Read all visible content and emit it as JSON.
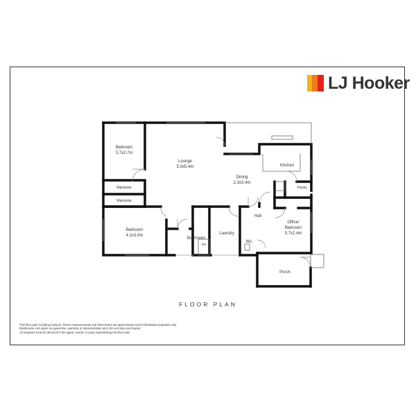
{
  "brand": {
    "name": "LJ Hooker",
    "colors": {
      "yellow": "#f2b51c",
      "orange": "#ee7a22",
      "red": "#e2231a",
      "text": "#333333"
    }
  },
  "plan_title": "FLOOR PLAN",
  "rooms": {
    "bedroom1": {
      "name": "Bedroom",
      "size": "3.7x2.7m"
    },
    "lounge": {
      "name": "Lounge",
      "size": "5.0x5.4m"
    },
    "dining": {
      "name": "Dining",
      "size": "2.3x3.4m"
    },
    "kitchen": {
      "name": "Kitchen"
    },
    "pantry": {
      "name": "Pantry"
    },
    "wardrobe1": {
      "name": "Wardrobe"
    },
    "wardrobe2": {
      "name": "Wardrobe"
    },
    "bedroom2": {
      "name": "Bedroom",
      "size": "4.2x3.0m"
    },
    "bathroom": {
      "name": "Bathroom"
    },
    "shower": {
      "name": "Shr"
    },
    "laundry": {
      "name": "Laundry"
    },
    "hall": {
      "name": "Hall"
    },
    "wc": {
      "name": "Wc"
    },
    "office": {
      "name": "Office/",
      "name2": "Bedroom",
      "size": "3.7x2.4m"
    },
    "porch": {
      "name": "Porch"
    }
  },
  "disclaimer": [
    "This floor plan including furniture, fixture measurements and dimensions are approximate and for illustrative purposes only.",
    "BoxBrowne.com gives no guarantee, warranty or representation as to the accuracy and layout.",
    "All enquiries must be directed to the agent, vendor or party representing this floor plan."
  ]
}
